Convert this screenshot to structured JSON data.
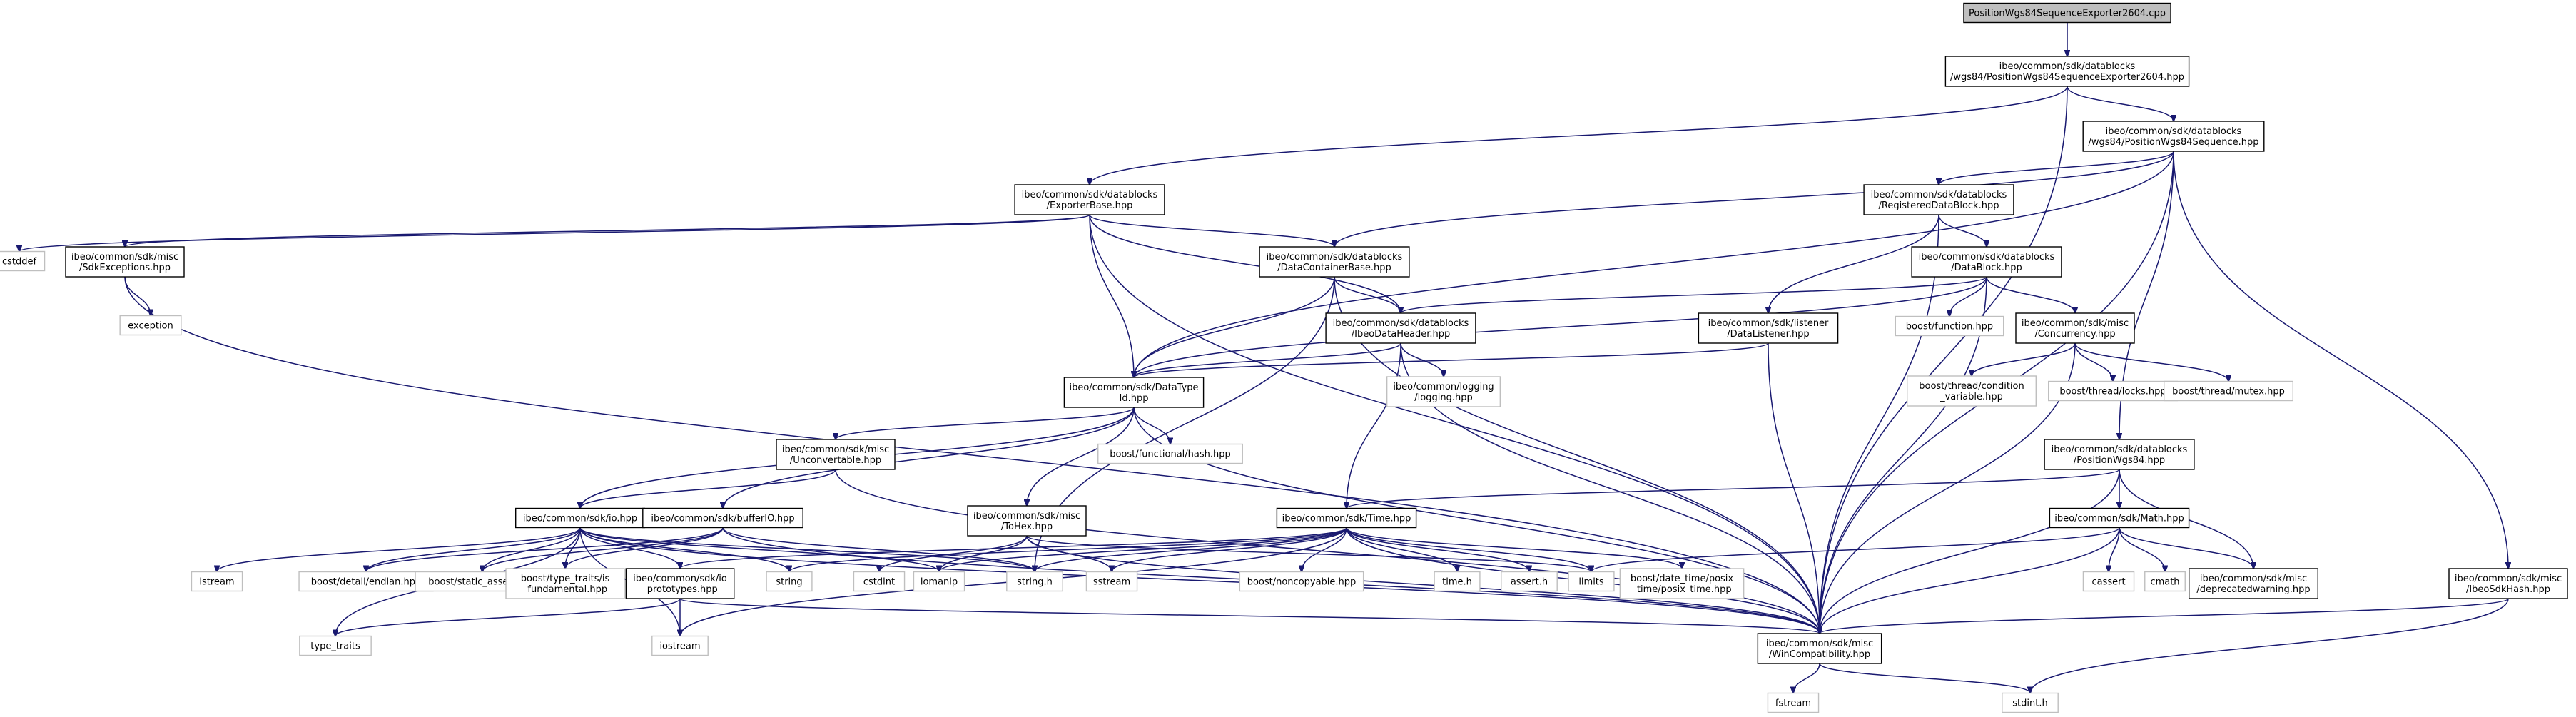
{
  "diagram": {
    "type": "include-dependency-graph",
    "colors": {
      "edge": "#191970",
      "root_fill": "#bfbfbf",
      "header_border": "#000000",
      "system_border": "#bfbfbf"
    },
    "nodes": [
      {
        "id": "root",
        "kind": "root",
        "lines": [
          "PositionWgs84SequenceExporter2604.cpp"
        ]
      },
      {
        "id": "exporter2604",
        "kind": "header",
        "lines": [
          "ibeo/common/sdk/datablocks",
          "/wgs84/PositionWgs84SequenceExporter2604.hpp"
        ]
      },
      {
        "id": "seq",
        "kind": "header",
        "lines": [
          "ibeo/common/sdk/datablocks",
          "/wgs84/PositionWgs84Sequence.hpp"
        ]
      },
      {
        "id": "exporterbase",
        "kind": "header",
        "lines": [
          "ibeo/common/sdk/datablocks",
          "/ExporterBase.hpp"
        ]
      },
      {
        "id": "regdb",
        "kind": "header",
        "lines": [
          "ibeo/common/sdk/datablocks",
          "/RegisteredDataBlock.hpp"
        ]
      },
      {
        "id": "cstddef",
        "kind": "system",
        "lines": [
          "cstddef"
        ]
      },
      {
        "id": "sdkexc",
        "kind": "header",
        "lines": [
          "ibeo/common/sdk/misc",
          "/SdkExceptions.hpp"
        ]
      },
      {
        "id": "dcb",
        "kind": "header",
        "lines": [
          "ibeo/common/sdk/datablocks",
          "/DataContainerBase.hpp"
        ]
      },
      {
        "id": "datablock",
        "kind": "header",
        "lines": [
          "ibeo/common/sdk/datablocks",
          "/DataBlock.hpp"
        ]
      },
      {
        "id": "exception",
        "kind": "system",
        "lines": [
          "exception"
        ]
      },
      {
        "id": "ibeohdr",
        "kind": "header",
        "lines": [
          "ibeo/common/sdk/datablocks",
          "/IbeoDataHeader.hpp"
        ]
      },
      {
        "id": "listener",
        "kind": "header",
        "lines": [
          "ibeo/common/sdk/listener",
          "/DataListener.hpp"
        ]
      },
      {
        "id": "bfunction",
        "kind": "system",
        "lines": [
          "boost/function.hpp"
        ]
      },
      {
        "id": "concurrency",
        "kind": "header",
        "lines": [
          "ibeo/common/sdk/misc",
          "/Concurrency.hpp"
        ]
      },
      {
        "id": "datatypeid",
        "kind": "header",
        "lines": [
          "ibeo/common/sdk/DataType",
          "Id.hpp"
        ]
      },
      {
        "id": "logging",
        "kind": "system",
        "lines": [
          "ibeo/common/logging",
          "/logging.hpp"
        ]
      },
      {
        "id": "bcondvar",
        "kind": "system",
        "lines": [
          "boost/thread/condition",
          "_variable.hpp"
        ]
      },
      {
        "id": "blocks",
        "kind": "system",
        "lines": [
          "boost/thread/locks.hpp"
        ]
      },
      {
        "id": "bmutex",
        "kind": "system",
        "lines": [
          "boost/thread/mutex.hpp"
        ]
      },
      {
        "id": "unconv",
        "kind": "header",
        "lines": [
          "ibeo/common/sdk/misc",
          "/Unconvertable.hpp"
        ]
      },
      {
        "id": "bfhash",
        "kind": "system",
        "lines": [
          "boost/functional/hash.hpp"
        ]
      },
      {
        "id": "poswgs84",
        "kind": "header",
        "lines": [
          "ibeo/common/sdk/datablocks",
          "/PositionWgs84.hpp"
        ]
      },
      {
        "id": "io",
        "kind": "header",
        "lines": [
          "ibeo/common/sdk/io.hpp"
        ]
      },
      {
        "id": "bufferio",
        "kind": "header",
        "lines": [
          "ibeo/common/sdk/bufferIO.hpp"
        ]
      },
      {
        "id": "tohex",
        "kind": "header",
        "lines": [
          "ibeo/common/sdk/misc",
          "/ToHex.hpp"
        ]
      },
      {
        "id": "time",
        "kind": "header",
        "lines": [
          "ibeo/common/sdk/Time.hpp"
        ]
      },
      {
        "id": "math",
        "kind": "header",
        "lines": [
          "ibeo/common/sdk/Math.hpp"
        ]
      },
      {
        "id": "istream",
        "kind": "system",
        "lines": [
          "istream"
        ]
      },
      {
        "id": "bendian",
        "kind": "system",
        "lines": [
          "boost/detail/endian.hpp"
        ]
      },
      {
        "id": "bstatic",
        "kind": "system",
        "lines": [
          "boost/static_assert.hpp"
        ]
      },
      {
        "id": "btraits",
        "kind": "system",
        "lines": [
          "boost/type_traits/is",
          "_fundamental.hpp"
        ]
      },
      {
        "id": "ioproto",
        "kind": "header",
        "lines": [
          "ibeo/common/sdk/io",
          "_prototypes.hpp"
        ]
      },
      {
        "id": "string",
        "kind": "system",
        "lines": [
          "string"
        ]
      },
      {
        "id": "cstdint",
        "kind": "system",
        "lines": [
          "cstdint"
        ]
      },
      {
        "id": "iomanip",
        "kind": "system",
        "lines": [
          "iomanip"
        ]
      },
      {
        "id": "stringh",
        "kind": "system",
        "lines": [
          "string.h"
        ]
      },
      {
        "id": "sstream",
        "kind": "system",
        "lines": [
          "sstream"
        ]
      },
      {
        "id": "bnoncopy",
        "kind": "system",
        "lines": [
          "boost/noncopyable.hpp"
        ]
      },
      {
        "id": "timeh",
        "kind": "system",
        "lines": [
          "time.h"
        ]
      },
      {
        "id": "asserth",
        "kind": "system",
        "lines": [
          "assert.h"
        ]
      },
      {
        "id": "limits",
        "kind": "system",
        "lines": [
          "limits"
        ]
      },
      {
        "id": "bdatetime",
        "kind": "system",
        "lines": [
          "boost/date_time/posix",
          "_time/posix_time.hpp"
        ]
      },
      {
        "id": "cassert",
        "kind": "system",
        "lines": [
          "cassert"
        ]
      },
      {
        "id": "cmath",
        "kind": "system",
        "lines": [
          "cmath"
        ]
      },
      {
        "id": "deprecated",
        "kind": "header",
        "lines": [
          "ibeo/common/sdk/misc",
          "/deprecatedwarning.hpp"
        ]
      },
      {
        "id": "sdkhash",
        "kind": "header",
        "lines": [
          "ibeo/common/sdk/misc",
          "/IbeoSdkHash.hpp"
        ]
      },
      {
        "id": "typetraits",
        "kind": "system",
        "lines": [
          "type_traits"
        ]
      },
      {
        "id": "iostream",
        "kind": "system",
        "lines": [
          "iostream"
        ]
      },
      {
        "id": "wincompat",
        "kind": "header",
        "lines": [
          "ibeo/common/sdk/misc",
          "/WinCompatibility.hpp"
        ]
      },
      {
        "id": "fstream",
        "kind": "system",
        "lines": [
          "fstream"
        ]
      },
      {
        "id": "stdinth",
        "kind": "system",
        "lines": [
          "stdint.h"
        ]
      }
    ],
    "edges": [
      [
        "root",
        "exporter2604"
      ],
      [
        "exporter2604",
        "seq"
      ],
      [
        "exporter2604",
        "exporterbase"
      ],
      [
        "exporter2604",
        "wincompat"
      ],
      [
        "seq",
        "regdb"
      ],
      [
        "seq",
        "dcb"
      ],
      [
        "seq",
        "datatypeid"
      ],
      [
        "seq",
        "poswgs84"
      ],
      [
        "seq",
        "sdkhash"
      ],
      [
        "seq",
        "wincompat"
      ],
      [
        "exporterbase",
        "cstddef"
      ],
      [
        "exporterbase",
        "sdkexc"
      ],
      [
        "exporterbase",
        "dcb"
      ],
      [
        "exporterbase",
        "ibeohdr"
      ],
      [
        "exporterbase",
        "datatypeid"
      ],
      [
        "exporterbase",
        "wincompat"
      ],
      [
        "sdkexc",
        "exception"
      ],
      [
        "sdkexc",
        "wincompat"
      ],
      [
        "regdb",
        "datablock"
      ],
      [
        "regdb",
        "listener"
      ],
      [
        "regdb",
        "wincompat"
      ],
      [
        "dcb",
        "ibeohdr"
      ],
      [
        "dcb",
        "datatypeid"
      ],
      [
        "dcb",
        "stringh"
      ],
      [
        "dcb",
        "wincompat"
      ],
      [
        "datablock",
        "ibeohdr"
      ],
      [
        "datablock",
        "datatypeid"
      ],
      [
        "datablock",
        "bfunction"
      ],
      [
        "datablock",
        "concurrency"
      ],
      [
        "datablock",
        "wincompat"
      ],
      [
        "ibeohdr",
        "datatypeid"
      ],
      [
        "ibeohdr",
        "logging"
      ],
      [
        "ibeohdr",
        "time"
      ],
      [
        "ibeohdr",
        "wincompat"
      ],
      [
        "listener",
        "datatypeid"
      ],
      [
        "listener",
        "wincompat"
      ],
      [
        "concurrency",
        "bcondvar"
      ],
      [
        "concurrency",
        "blocks"
      ],
      [
        "concurrency",
        "bmutex"
      ],
      [
        "concurrency",
        "wincompat"
      ],
      [
        "datatypeid",
        "unconv"
      ],
      [
        "datatypeid",
        "bfhash"
      ],
      [
        "datatypeid",
        "io"
      ],
      [
        "datatypeid",
        "bufferio"
      ],
      [
        "datatypeid",
        "tohex"
      ],
      [
        "datatypeid",
        "wincompat"
      ],
      [
        "unconv",
        "io"
      ],
      [
        "unconv",
        "wincompat"
      ],
      [
        "poswgs84",
        "time"
      ],
      [
        "poswgs84",
        "math"
      ],
      [
        "poswgs84",
        "deprecated"
      ],
      [
        "poswgs84",
        "wincompat"
      ],
      [
        "io",
        "istream"
      ],
      [
        "io",
        "bendian"
      ],
      [
        "io",
        "bstatic"
      ],
      [
        "io",
        "btraits"
      ],
      [
        "io",
        "ioproto"
      ],
      [
        "io",
        "string"
      ],
      [
        "io",
        "stringh"
      ],
      [
        "io",
        "iomanip"
      ],
      [
        "io",
        "typetraits"
      ],
      [
        "io",
        "iostream"
      ],
      [
        "io",
        "wincompat"
      ],
      [
        "bufferio",
        "bendian"
      ],
      [
        "bufferio",
        "bstatic"
      ],
      [
        "bufferio",
        "btraits"
      ],
      [
        "bufferio",
        "stringh"
      ],
      [
        "bufferio",
        "wincompat"
      ],
      [
        "tohex",
        "cstdint"
      ],
      [
        "tohex",
        "iomanip"
      ],
      [
        "tohex",
        "sstream"
      ],
      [
        "tohex",
        "limits"
      ],
      [
        "tohex",
        "wincompat"
      ],
      [
        "time",
        "ioproto"
      ],
      [
        "time",
        "iomanip"
      ],
      [
        "time",
        "string"
      ],
      [
        "time",
        "stringh"
      ],
      [
        "time",
        "sstream"
      ],
      [
        "time",
        "bnoncopy"
      ],
      [
        "time",
        "timeh"
      ],
      [
        "time",
        "asserth"
      ],
      [
        "time",
        "limits"
      ],
      [
        "time",
        "bdatetime"
      ],
      [
        "time",
        "iostream"
      ],
      [
        "time",
        "wincompat"
      ],
      [
        "math",
        "limits"
      ],
      [
        "math",
        "cassert"
      ],
      [
        "math",
        "cmath"
      ],
      [
        "math",
        "deprecated"
      ],
      [
        "math",
        "wincompat"
      ],
      [
        "ioproto",
        "typetraits"
      ],
      [
        "ioproto",
        "iostream"
      ],
      [
        "ioproto",
        "wincompat"
      ],
      [
        "sdkhash",
        "wincompat"
      ],
      [
        "sdkhash",
        "stdinth"
      ],
      [
        "wincompat",
        "fstream"
      ],
      [
        "wincompat",
        "stdinth"
      ]
    ]
  }
}
